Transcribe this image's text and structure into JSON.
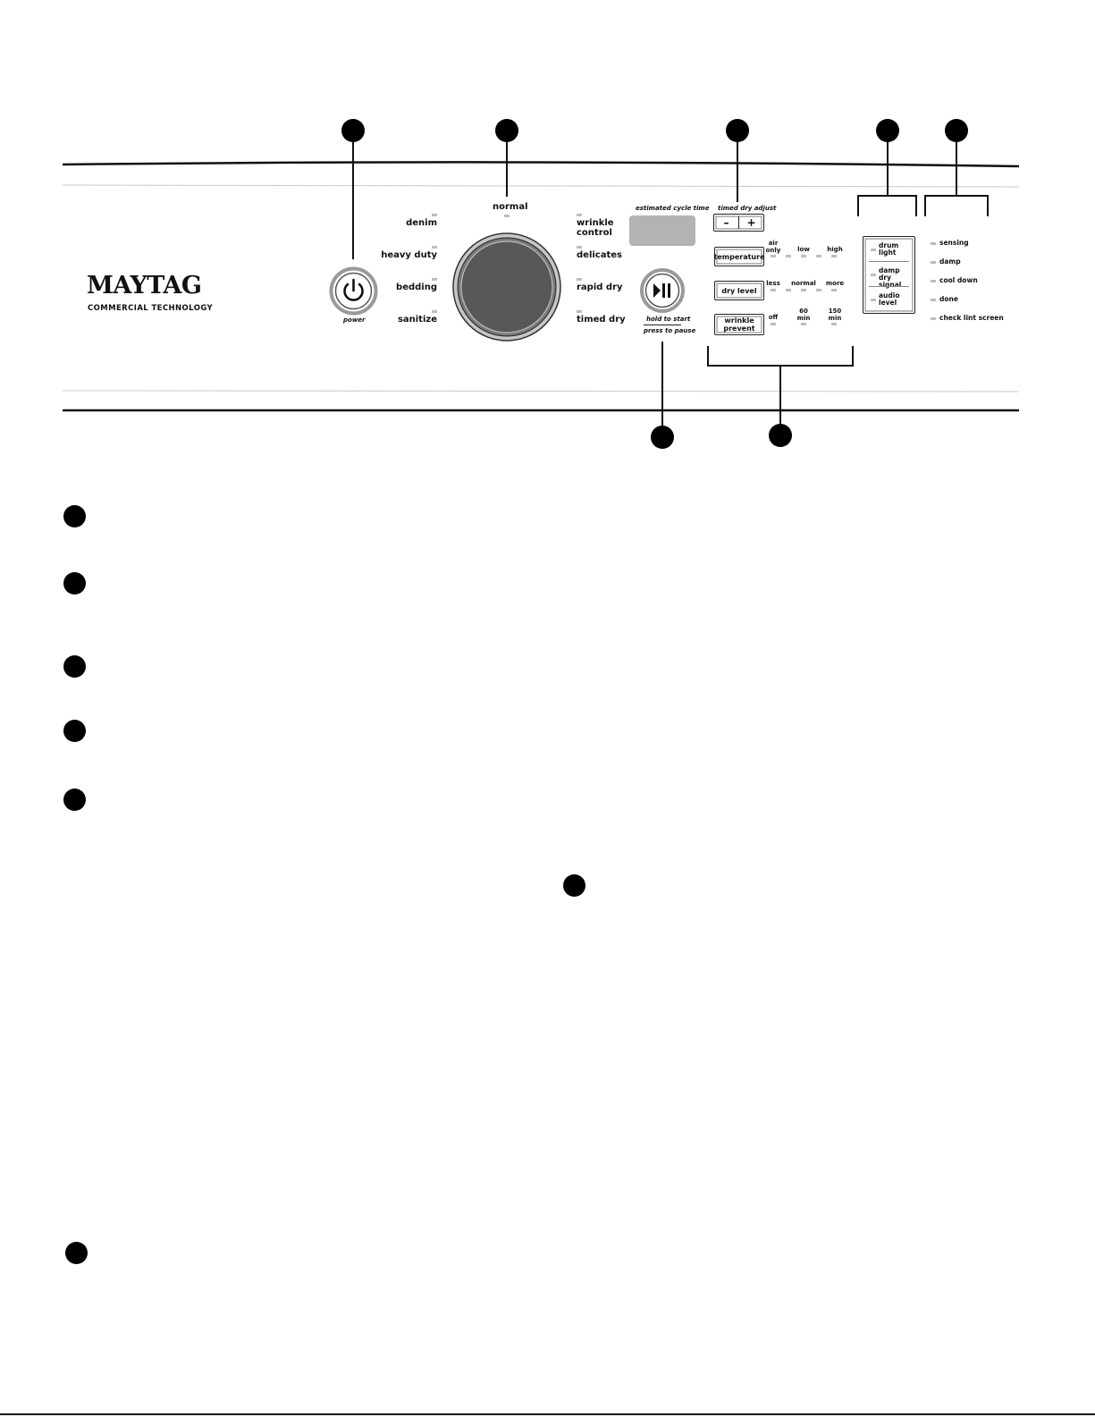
{
  "brand": {
    "logo": "MAYTAG",
    "subtitle": "COMMERCIAL TECHNOLOGY"
  },
  "power": {
    "label": "power"
  },
  "cycles": {
    "left": [
      "denim",
      "heavy duty",
      "bedding",
      "sanitize"
    ],
    "top": "normal",
    "right": [
      "wrinkle control",
      "delicates",
      "rapid dry",
      "timed dry"
    ]
  },
  "display": {
    "label": "estimated cycle time"
  },
  "start": {
    "hold": "hold to start",
    "press": "press to pause"
  },
  "timed_dry": {
    "label": "timed dry adjust",
    "minus": "–",
    "plus": "+"
  },
  "options": [
    {
      "button": "temperature",
      "levels": [
        "air only",
        "low",
        "high"
      ]
    },
    {
      "button": "dry level",
      "levels": [
        "less",
        "normal",
        "more"
      ]
    },
    {
      "button": "wrinkle prevent",
      "levels": [
        "off",
        "60 min",
        "150 min"
      ]
    }
  ],
  "toggles": [
    "drum light",
    "damp dry signal",
    "audio level"
  ],
  "status": [
    "sensing",
    "damp",
    "cool down",
    "done",
    "check lint screen"
  ],
  "colors": {
    "knob": "#585858",
    "display": "#b3b3b3",
    "led": "#bdbdbd"
  }
}
